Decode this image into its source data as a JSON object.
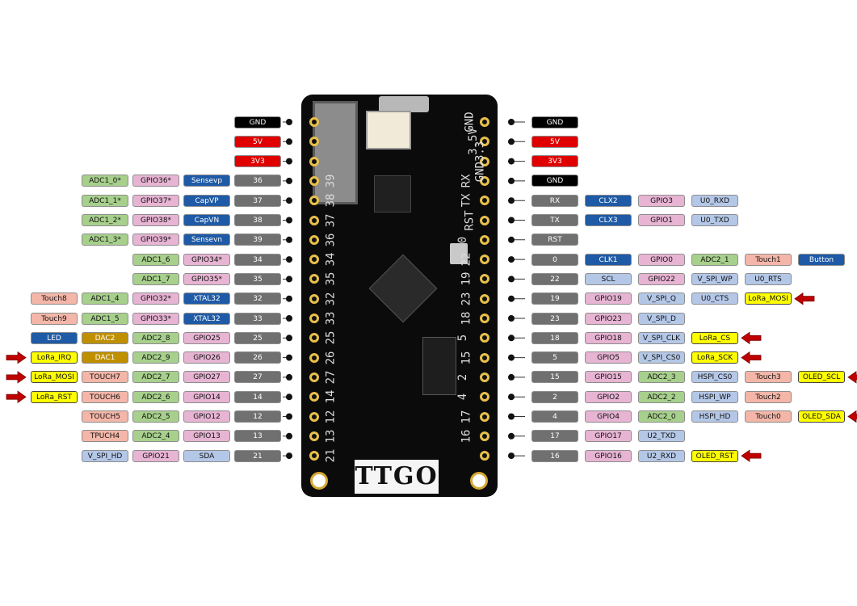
{
  "colors": {
    "gnd": "#000000",
    "power": "#e00000",
    "pin": "#707070",
    "pink": "#e7b4d3",
    "green": "#a8d08d",
    "blue": "#1f5aa6",
    "lightblue": "#b4c7e7",
    "salmon": "#f4b6a8",
    "gold": "#bf8f00",
    "yellow": "#ffff00",
    "arrow": "#c00000",
    "board": "#0b0b0b"
  },
  "board": {
    "logo": "TTGO",
    "silk_left": [
      "39",
      "38",
      "37",
      "36",
      "34",
      "35",
      "32",
      "33",
      "25",
      "26",
      "27",
      "14",
      "12",
      "13",
      "21"
    ],
    "silk_right": [
      "GND",
      "3.5V",
      "GND3.3",
      "RX",
      "TX",
      "RST",
      "0",
      "22",
      "19",
      "23",
      "18",
      "5",
      "15",
      "2",
      "4",
      "17",
      "16"
    ]
  },
  "left_rows": [
    {
      "labels": [
        {
          "text": "GND",
          "color": "gnd"
        }
      ]
    },
    {
      "labels": [
        {
          "text": "5V",
          "color": "power"
        }
      ]
    },
    {
      "labels": [
        {
          "text": "3V3",
          "color": "power"
        }
      ]
    },
    {
      "labels": [
        {
          "text": "ADC1_0*",
          "color": "green"
        },
        {
          "text": "GPIO36*",
          "color": "pink"
        },
        {
          "text": "Sensevp",
          "color": "blue"
        },
        {
          "text": "36",
          "color": "pin"
        }
      ]
    },
    {
      "labels": [
        {
          "text": "ADC1_1*",
          "color": "green"
        },
        {
          "text": "GPIO37*",
          "color": "pink"
        },
        {
          "text": "CapVP",
          "color": "blue"
        },
        {
          "text": "37",
          "color": "pin"
        }
      ]
    },
    {
      "labels": [
        {
          "text": "ADC1_2*",
          "color": "green"
        },
        {
          "text": "GPIO38*",
          "color": "pink"
        },
        {
          "text": "CapVN",
          "color": "blue"
        },
        {
          "text": "38",
          "color": "pin"
        }
      ]
    },
    {
      "labels": [
        {
          "text": "ADC1_3*",
          "color": "green"
        },
        {
          "text": "GPIO39*",
          "color": "pink"
        },
        {
          "text": "Sensevn",
          "color": "blue"
        },
        {
          "text": "39",
          "color": "pin"
        }
      ]
    },
    {
      "labels": [
        {
          "text": "ADC1_6",
          "color": "green"
        },
        {
          "text": "GPIO34*",
          "color": "pink"
        },
        {
          "text": "34",
          "color": "pin"
        }
      ]
    },
    {
      "labels": [
        {
          "text": "ADC1_7",
          "color": "green"
        },
        {
          "text": "GPIO35*",
          "color": "pink"
        },
        {
          "text": "35",
          "color": "pin"
        }
      ]
    },
    {
      "labels": [
        {
          "text": "Touch8",
          "color": "salmon"
        },
        {
          "text": "ADC1_4",
          "color": "green"
        },
        {
          "text": "GPIO32*",
          "color": "pink"
        },
        {
          "text": "XTAL32",
          "color": "blue"
        },
        {
          "text": "32",
          "color": "pin"
        }
      ]
    },
    {
      "labels": [
        {
          "text": "Touch9",
          "color": "salmon"
        },
        {
          "text": "ADC1_5",
          "color": "green"
        },
        {
          "text": "GPIO33*",
          "color": "pink"
        },
        {
          "text": "XTAL32",
          "color": "blue"
        },
        {
          "text": "33",
          "color": "pin"
        }
      ]
    },
    {
      "labels": [
        {
          "text": "LED",
          "color": "blue"
        },
        {
          "text": "DAC2",
          "color": "gold"
        },
        {
          "text": "ADC2_8",
          "color": "green"
        },
        {
          "text": "GPIO25",
          "color": "pink"
        },
        {
          "text": "25",
          "color": "pin"
        }
      ]
    },
    {
      "arrow": true,
      "labels": [
        {
          "text": "LoRa_IRQ",
          "color": "yellow"
        },
        {
          "text": "DAC1",
          "color": "gold"
        },
        {
          "text": "ADC2_9",
          "color": "green"
        },
        {
          "text": "GPIO26",
          "color": "pink"
        },
        {
          "text": "26",
          "color": "pin"
        }
      ]
    },
    {
      "arrow": true,
      "labels": [
        {
          "text": "LoRa_MOSI",
          "color": "yellow"
        },
        {
          "text": "TOUCH7",
          "color": "salmon"
        },
        {
          "text": "ADC2_7",
          "color": "green"
        },
        {
          "text": "GPIO27",
          "color": "pink"
        },
        {
          "text": "27",
          "color": "pin"
        }
      ]
    },
    {
      "arrow": true,
      "labels": [
        {
          "text": "LoRa_RST",
          "color": "yellow"
        },
        {
          "text": "TOUCH6",
          "color": "salmon"
        },
        {
          "text": "ADC2_6",
          "color": "green"
        },
        {
          "text": "GPIO14",
          "color": "pink"
        },
        {
          "text": "14",
          "color": "pin"
        }
      ]
    },
    {
      "labels": [
        {
          "text": "TOUCH5",
          "color": "salmon"
        },
        {
          "text": "ADC2_5",
          "color": "green"
        },
        {
          "text": "GPIO12",
          "color": "pink"
        },
        {
          "text": "12",
          "color": "pin"
        }
      ]
    },
    {
      "labels": [
        {
          "text": "TPUCH4",
          "color": "salmon"
        },
        {
          "text": "ADC2_4",
          "color": "green"
        },
        {
          "text": "GPIO13",
          "color": "pink"
        },
        {
          "text": "13",
          "color": "pin"
        }
      ]
    },
    {
      "labels": [
        {
          "text": "V_SPI_HD",
          "color": "lightblue"
        },
        {
          "text": "GPIO21",
          "color": "pink"
        },
        {
          "text": "SDA",
          "color": "lightblue"
        },
        {
          "text": "21",
          "color": "pin"
        }
      ]
    }
  ],
  "right_rows": [
    {
      "labels": [
        {
          "text": "GND",
          "color": "gnd"
        }
      ]
    },
    {
      "labels": [
        {
          "text": "5V",
          "color": "power"
        }
      ]
    },
    {
      "labels": [
        {
          "text": "3V3",
          "color": "power"
        }
      ]
    },
    {
      "labels": [
        {
          "text": "GND",
          "color": "gnd"
        }
      ]
    },
    {
      "labels": [
        {
          "text": "RX",
          "color": "pin"
        },
        {
          "text": "CLX2",
          "color": "blue"
        },
        {
          "text": "GPIO3",
          "color": "pink"
        },
        {
          "text": "U0_RXD",
          "color": "lightblue"
        }
      ]
    },
    {
      "labels": [
        {
          "text": "TX",
          "color": "pin"
        },
        {
          "text": "CLX3",
          "color": "blue"
        },
        {
          "text": "GPIO1",
          "color": "pink"
        },
        {
          "text": "U0_TXD",
          "color": "lightblue"
        }
      ]
    },
    {
      "labels": [
        {
          "text": "RST",
          "color": "pin"
        }
      ]
    },
    {
      "labels": [
        {
          "text": "0",
          "color": "pin"
        },
        {
          "text": "CLK1",
          "color": "blue"
        },
        {
          "text": "GPIO0",
          "color": "pink"
        },
        {
          "text": "ADC2_1",
          "color": "green"
        },
        {
          "text": "Touch1",
          "color": "salmon"
        },
        {
          "text": "Button",
          "color": "blue"
        }
      ]
    },
    {
      "labels": [
        {
          "text": "22",
          "color": "pin"
        },
        {
          "text": "SCL",
          "color": "lightblue"
        },
        {
          "text": "GPIO22",
          "color": "pink"
        },
        {
          "text": "V_SPI_WP",
          "color": "lightblue"
        },
        {
          "text": "U0_RTS",
          "color": "lightblue"
        }
      ]
    },
    {
      "arrow": true,
      "labels": [
        {
          "text": "19",
          "color": "pin"
        },
        {
          "text": "GPIO19",
          "color": "pink"
        },
        {
          "text": "V_SPI_Q",
          "color": "lightblue"
        },
        {
          "text": "U0_CTS",
          "color": "lightblue"
        },
        {
          "text": "LoRa_MOSI",
          "color": "yellow"
        }
      ]
    },
    {
      "labels": [
        {
          "text": "23",
          "color": "pin"
        },
        {
          "text": "GPIO23",
          "color": "pink"
        },
        {
          "text": "V_SPI_D",
          "color": "lightblue"
        }
      ]
    },
    {
      "arrow": true,
      "labels": [
        {
          "text": "18",
          "color": "pin"
        },
        {
          "text": "GPIO18",
          "color": "pink"
        },
        {
          "text": "V_SPI_CLK",
          "color": "lightblue"
        },
        {
          "text": "LoRa_CS",
          "color": "yellow"
        }
      ]
    },
    {
      "arrow": true,
      "labels": [
        {
          "text": "5",
          "color": "pin"
        },
        {
          "text": "GPIO5",
          "color": "pink"
        },
        {
          "text": "V_SPI_CS0",
          "color": "lightblue"
        },
        {
          "text": "LoRa_SCK",
          "color": "yellow"
        }
      ]
    },
    {
      "arrow": true,
      "labels": [
        {
          "text": "15",
          "color": "pin"
        },
        {
          "text": "GPIO15",
          "color": "pink"
        },
        {
          "text": "ADC2_3",
          "color": "green"
        },
        {
          "text": "HSPI_CS0",
          "color": "lightblue"
        },
        {
          "text": "Touch3",
          "color": "salmon"
        },
        {
          "text": "OLED_SCL",
          "color": "yellow"
        }
      ]
    },
    {
      "labels": [
        {
          "text": "2",
          "color": "pin"
        },
        {
          "text": "GPIO2",
          "color": "pink"
        },
        {
          "text": "ADC2_2",
          "color": "green"
        },
        {
          "text": "HSPI_WP",
          "color": "lightblue"
        },
        {
          "text": "Touch2",
          "color": "salmon"
        }
      ]
    },
    {
      "arrow": true,
      "labels": [
        {
          "text": "4",
          "color": "pin"
        },
        {
          "text": "GPIO4",
          "color": "pink"
        },
        {
          "text": "ADC2_0",
          "color": "green"
        },
        {
          "text": "HSPI_HD",
          "color": "lightblue"
        },
        {
          "text": "Touch0",
          "color": "salmon"
        },
        {
          "text": "OLED_SDA",
          "color": "yellow"
        }
      ]
    },
    {
      "labels": [
        {
          "text": "17",
          "color": "pin"
        },
        {
          "text": "GPIO17",
          "color": "pink"
        },
        {
          "text": "U2_TXD",
          "color": "lightblue"
        }
      ]
    },
    {
      "arrow": true,
      "labels": [
        {
          "text": "16",
          "color": "pin"
        },
        {
          "text": "GPIO16",
          "color": "pink"
        },
        {
          "text": "U2_RXD",
          "color": "lightblue"
        },
        {
          "text": "OLED_RST",
          "color": "yellow"
        }
      ]
    }
  ]
}
